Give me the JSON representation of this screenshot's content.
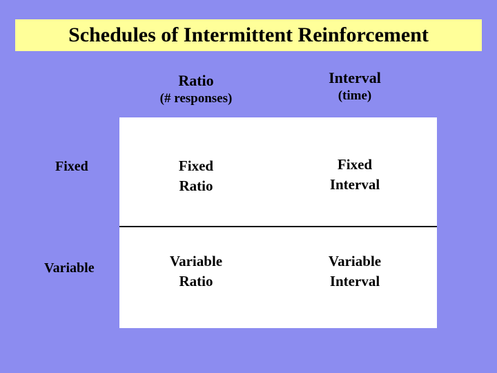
{
  "slide": {
    "background_color": "#8c8cf0",
    "title": {
      "text": "Schedules of Intermittent Reinforcement",
      "banner_color": "#ffff99",
      "text_color": "#000000"
    },
    "headers": {
      "column1_line1": "Ratio",
      "column1_line2": "(# responses)",
      "column2_line1": "Interval",
      "column2_line2": "(time)"
    },
    "row_labels": {
      "row1": "Fixed",
      "row2": "Variable"
    },
    "cells": {
      "fixed_ratio_line1": "Fixed",
      "fixed_ratio_line2": "Ratio",
      "fixed_interval_line1": "Fixed",
      "fixed_interval_line2": "Interval",
      "variable_ratio_line1": "Variable",
      "variable_ratio_line2": "Ratio",
      "variable_interval_line1": "Variable",
      "variable_interval_line2": "Interval"
    },
    "table": {
      "fill_color": "#ffffff",
      "divider_color": "#000000"
    }
  }
}
